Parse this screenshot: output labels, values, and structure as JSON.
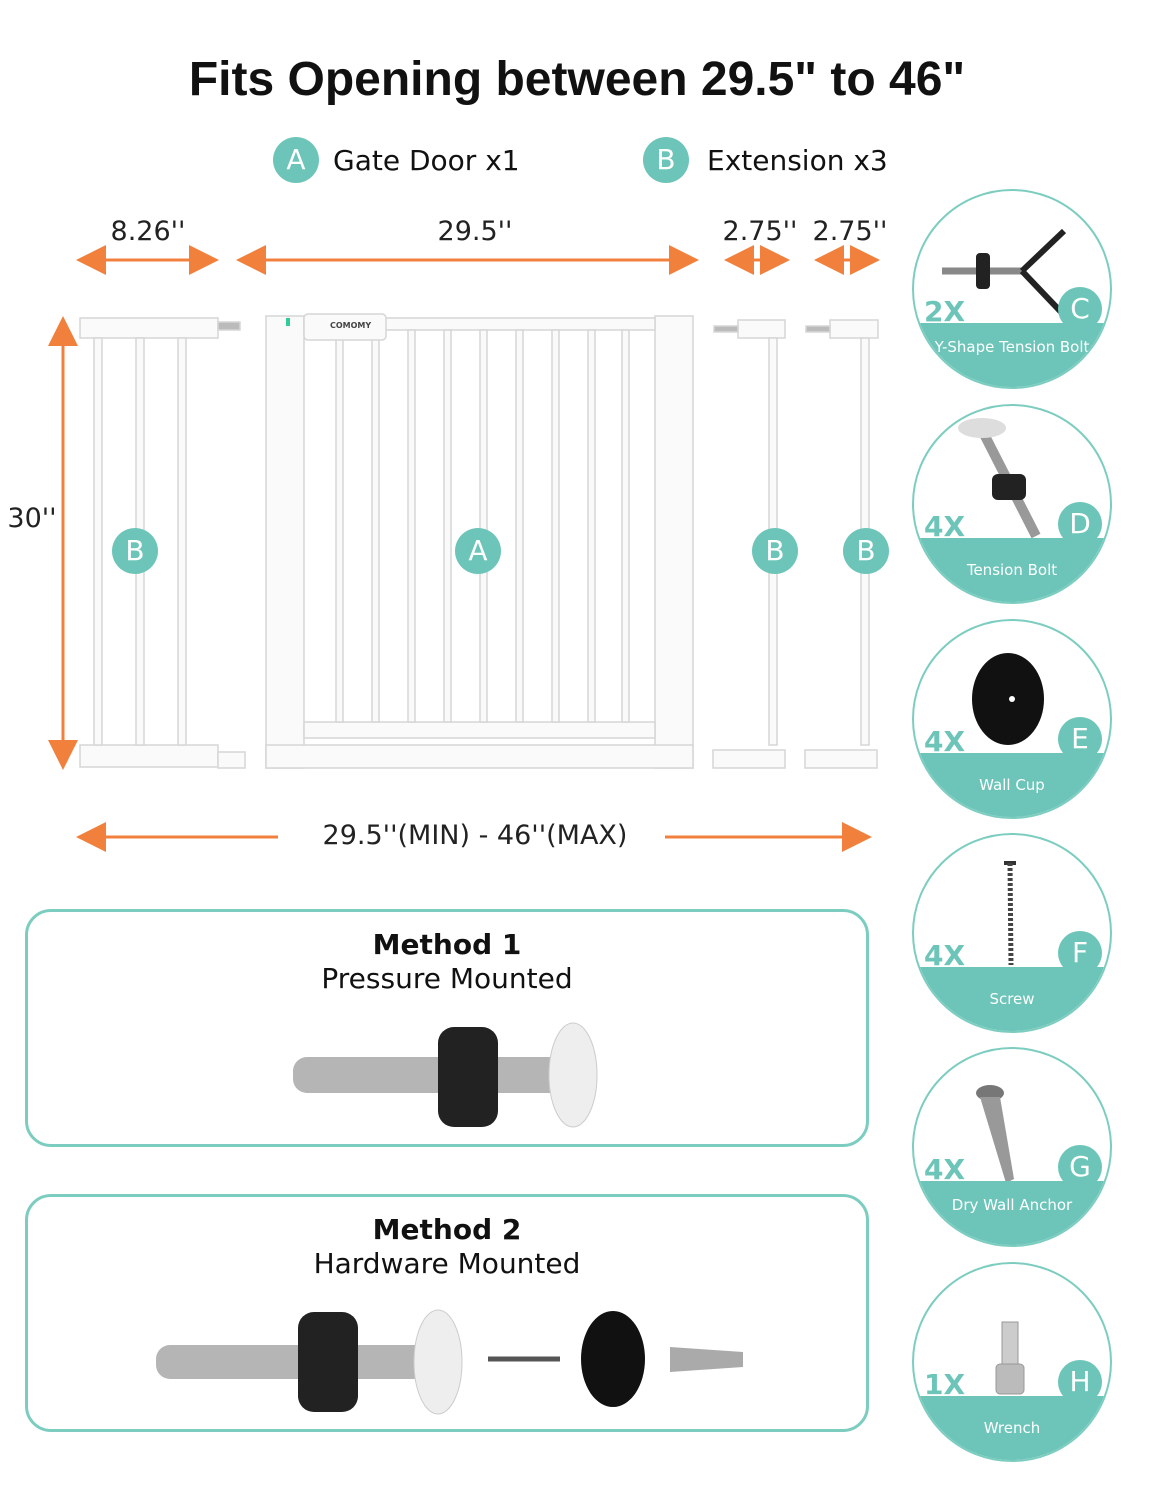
{
  "title": "Fits Opening between 29.5\" to 46\"",
  "legend": [
    {
      "letter": "A",
      "label": "Gate Door x1"
    },
    {
      "letter": "B",
      "label": "Extension x3"
    }
  ],
  "dimensions": {
    "ext_width": "8.26''",
    "gate_width": "29.5''",
    "ext_small_1": "2.75''",
    "ext_small_2": "2.75''",
    "height": "30''",
    "range": "29.5''(MIN) - 46''(MAX)"
  },
  "brand": "COMOMY",
  "panel_labels": [
    "B",
    "A",
    "B",
    "B"
  ],
  "methods": [
    {
      "title": "Method 1",
      "subtitle": "Pressure Mounted"
    },
    {
      "title": "Method 2",
      "subtitle": "Hardware Mounted"
    }
  ],
  "parts": [
    {
      "letter": "C",
      "qty": "2X",
      "name": "Y-Shape Tension Bolt"
    },
    {
      "letter": "D",
      "qty": "4X",
      "name": "Tension Bolt"
    },
    {
      "letter": "E",
      "qty": "4X",
      "name": "Wall Cup"
    },
    {
      "letter": "F",
      "qty": "4X",
      "name": "Screw"
    },
    {
      "letter": "G",
      "qty": "4X",
      "name": "Dry Wall Anchor"
    },
    {
      "letter": "H",
      "qty": "1X",
      "name": "Wrench"
    }
  ],
  "colors": {
    "teal": "#6cc5b8",
    "orange": "#f0803c"
  }
}
